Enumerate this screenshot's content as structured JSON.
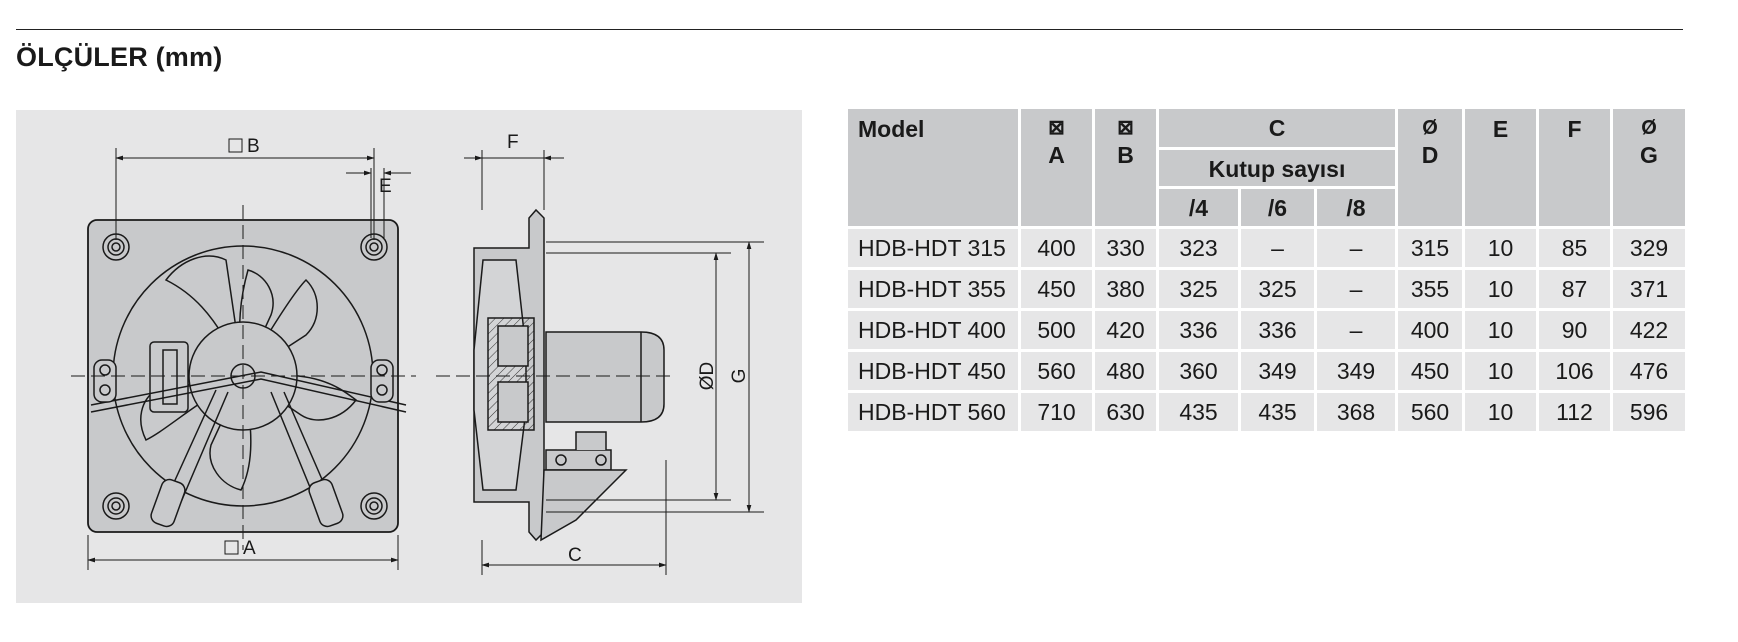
{
  "page": {
    "title": "ÖLÇÜLER (mm)"
  },
  "drawing": {
    "labels": {
      "b": "B",
      "a": "A",
      "e": "E",
      "f": "F",
      "c": "C",
      "d": "ØD",
      "g": "G"
    }
  },
  "table": {
    "headers": {
      "model": "Model",
      "a_symbol": "⊠",
      "a": "A",
      "b_symbol": "⊠",
      "b": "B",
      "c": "C",
      "kutup": "Kutup sayısı",
      "p4": "/4",
      "p6": "/6",
      "p8": "/8",
      "d_symbol": "Ø",
      "d": "D",
      "e": "E",
      "f": "F",
      "g_symbol": "Ø",
      "g": "G"
    },
    "rows": [
      [
        "HDB-HDT 315",
        "400",
        "330",
        "323",
        "–",
        "–",
        "315",
        "10",
        "85",
        "329"
      ],
      [
        "HDB-HDT 355",
        "450",
        "380",
        "325",
        "325",
        "–",
        "355",
        "10",
        "87",
        "371"
      ],
      [
        "HDB-HDT 400",
        "500",
        "420",
        "336",
        "336",
        "–",
        "400",
        "10",
        "90",
        "422"
      ],
      [
        "HDB-HDT 450",
        "560",
        "480",
        "360",
        "349",
        "349",
        "450",
        "10",
        "106",
        "476"
      ],
      [
        "HDB-HDT 560",
        "710",
        "630",
        "435",
        "435",
        "368",
        "560",
        "10",
        "112",
        "596"
      ]
    ]
  }
}
